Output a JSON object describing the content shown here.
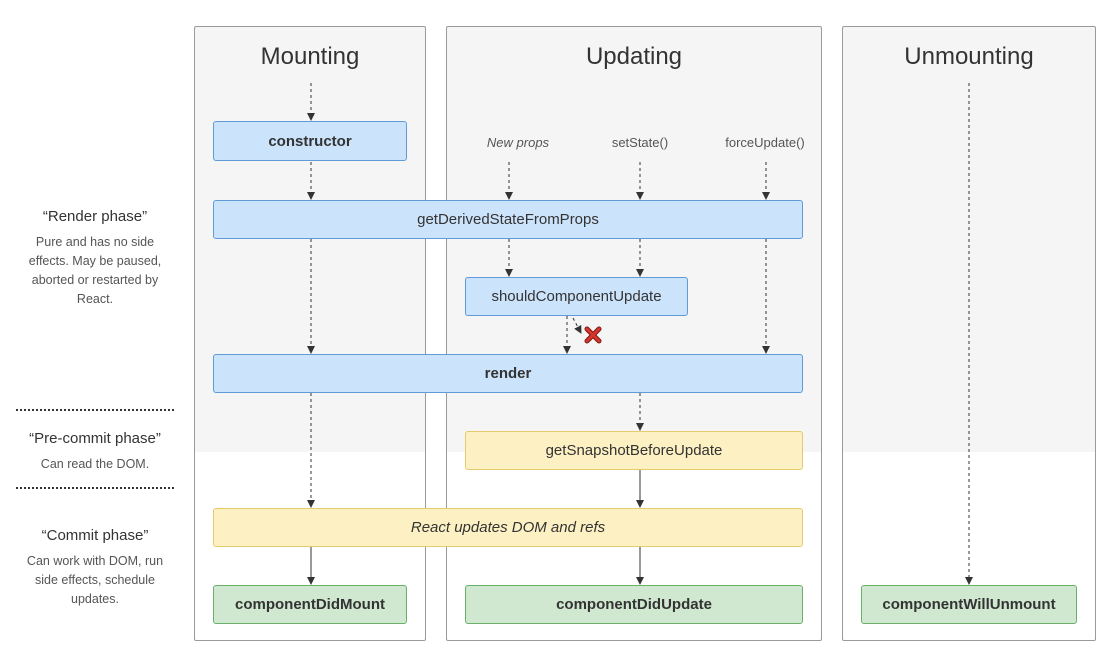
{
  "columns": {
    "mounting": "Mounting",
    "updating": "Updating",
    "unmounting": "Unmounting"
  },
  "phases": {
    "render": {
      "title": "“Render phase”",
      "description": "Pure and has no side effects. May be paused, aborted or restarted by React."
    },
    "precommit": {
      "title": "“Pre-commit phase”",
      "description": "Can read the DOM."
    },
    "commit": {
      "title": "“Commit phase”",
      "description": "Can work with DOM, run side effects, schedule updates."
    }
  },
  "triggers": {
    "new_props": "New props",
    "set_state": "setState()",
    "force_update": "forceUpdate()"
  },
  "methods": {
    "constructor": "constructor",
    "get_derived_state": "getDerivedStateFromProps",
    "should_update": "shouldComponentUpdate",
    "render": "render",
    "get_snapshot": "getSnapshotBeforeUpdate",
    "dom_update": "React updates DOM and refs",
    "did_mount": "componentDidMount",
    "did_update": "componentDidUpdate",
    "will_unmount": "componentWillUnmount"
  },
  "colors": {
    "render_phase": "#cce3fc",
    "precommit_phase": "#fdf1c4",
    "commit_phase": "#cfe8cf",
    "cancel": "#d9342b"
  }
}
